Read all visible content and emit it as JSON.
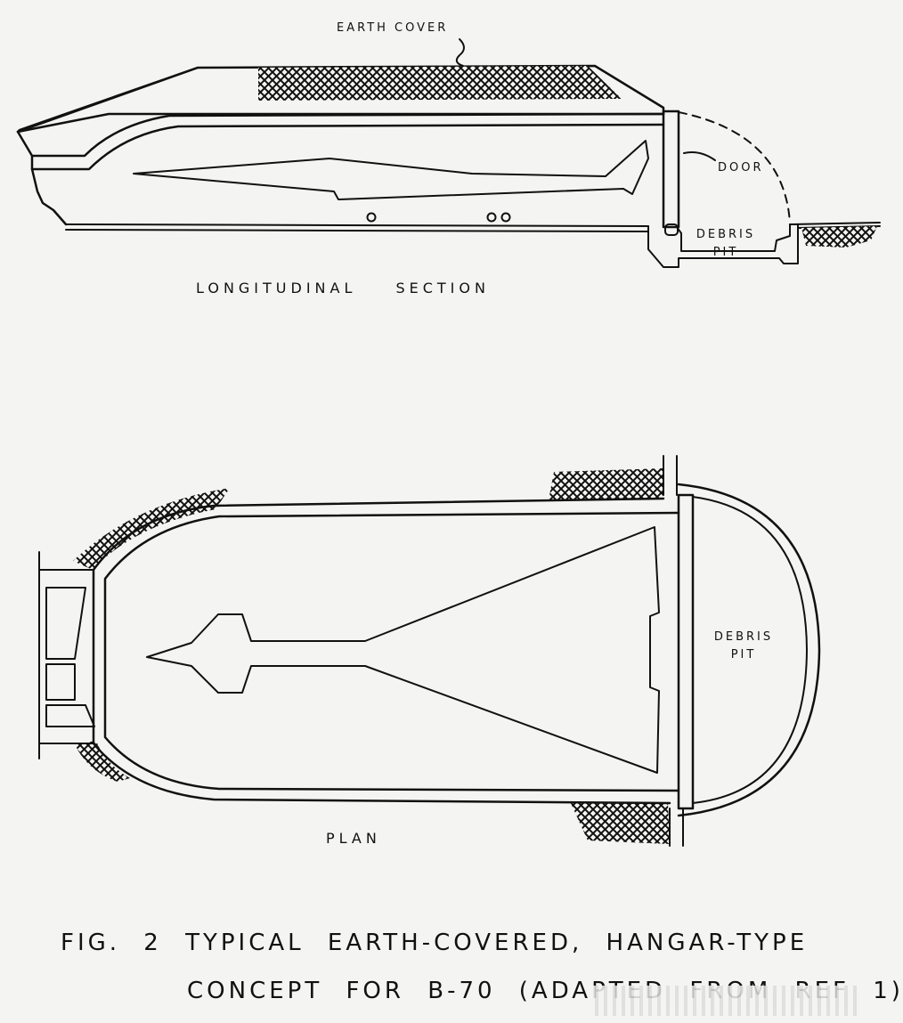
{
  "labels": {
    "earth_cover": "EARTH COVER",
    "door": "DOOR",
    "debris_pit_top": "DEBRIS PIT",
    "longitudinal_section": "LONGITUDINAL SECTION",
    "debris_pit_plan": "DEBRIS PIT",
    "plan": "PLAN"
  },
  "caption": {
    "line1": "FIG. 2 TYPICAL EARTH-COVERED, HANGAR-TYPE",
    "line2": "CONCEPT FOR B-70 (ADAPTED FROM REF 1)"
  },
  "colors": {
    "ink": "#111111",
    "paper": "#f4f4f2"
  }
}
